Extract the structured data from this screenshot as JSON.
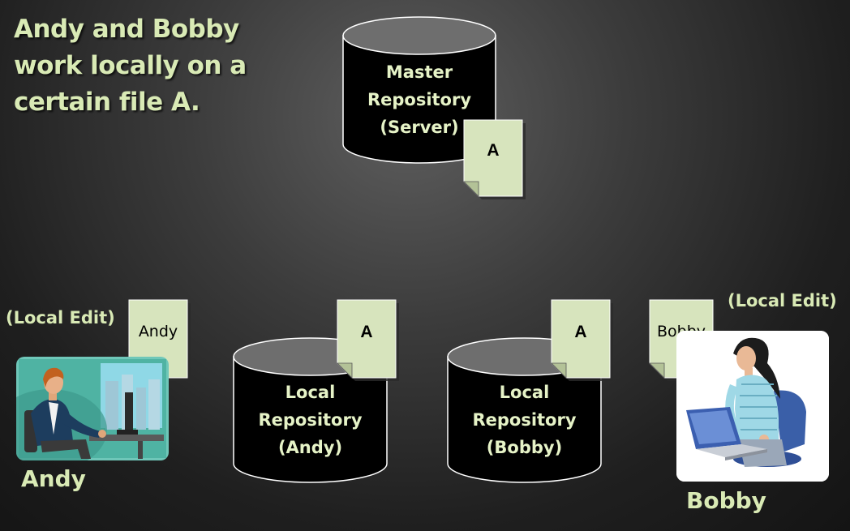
{
  "heading": {
    "line1": "Andy and Bobby",
    "line2": "work locally on a",
    "line3": "certain file A."
  },
  "master_repo": {
    "line1": "Master",
    "line2": "Repository",
    "line3": "(Server)"
  },
  "local_repo_andy": {
    "line1": "Local",
    "line2": "Repository",
    "line3": "(Andy)"
  },
  "local_repo_bobby": {
    "line1": "Local",
    "line2": "Repository",
    "line3": "(Bobby)"
  },
  "docs": {
    "master": "A",
    "andy_repo": "A",
    "bobby_repo": "A",
    "andy_edit": "Andy",
    "bobby_edit": "Bobby"
  },
  "andy": {
    "edit_label": "(Local Edit)",
    "name": "Andy"
  },
  "bobby": {
    "edit_label": "(Local Edit)",
    "name": "Bobby"
  },
  "colors": {
    "text_accent": "#d9eab5",
    "document_fill": "#d7e4bd",
    "cylinder_fill": "#000000",
    "cylinder_top": "#6e6e6e"
  }
}
